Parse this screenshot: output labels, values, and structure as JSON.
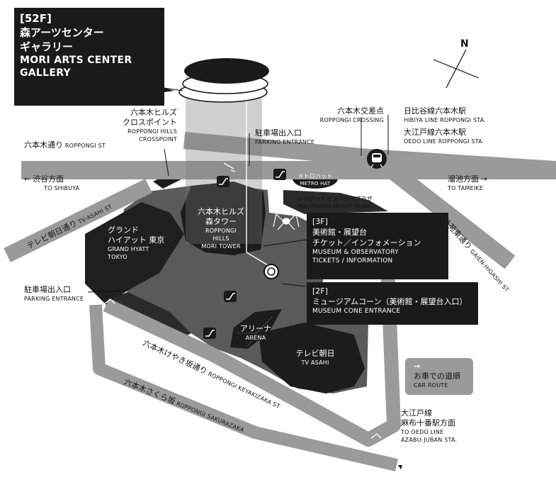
{
  "callout_52f": {
    "floor": "[52F]",
    "jp": "森アーツセンター",
    "jp2": "ギャラリー",
    "en1": "MORI ARTS CENTER",
    "en2": "GALLERY"
  },
  "callout_3f": {
    "floor": "[3F]",
    "jp1": "美術館・展望台",
    "jp2": "チケット／インフォメーション",
    "en1": "MUSEUM & OBSERVATORY",
    "en2": "TICKETS / INFORMATION"
  },
  "callout_2f": {
    "floor": "[2F]",
    "jp": "ミュージアムコーン（美術館・展望台入口）",
    "en": "MUSEUM CONE ENTRANCE"
  },
  "crosspoint": {
    "jp1": "六本木ヒルズ",
    "jp2": "クロスポイント",
    "en1": "ROPPONGI HILLS",
    "en2": "CROSSPOINT"
  },
  "parking_top": {
    "jp": "駐車場出入口",
    "en": "PARKING ENTRANCE"
  },
  "parking_left": {
    "jp": "駐車場出入口",
    "en": "PARKING ENTRANCE"
  },
  "crossing": {
    "jp": "六本木交差点",
    "en": "ROPPONGI CROSSING"
  },
  "hibiya": {
    "jp": "日比谷線六本木駅",
    "en": "HIBIYA LINE ROPPONGI STA."
  },
  "oedo_top": {
    "jp": "大江戸線六本木駅",
    "en": "OEDO LINE ROPPONGI STA."
  },
  "roppongi_st": {
    "jp": "六本木通り",
    "en": "ROPPONGI ST"
  },
  "shibuya": {
    "arrow": "←",
    "jp": "渋谷方面",
    "en": "TO SHIBUYA"
  },
  "tameike": {
    "arrow": "→",
    "jp": "溜池方面",
    "en": "TO TAMEIKE"
  },
  "gaien": {
    "jp": "外苑東通り",
    "en": "GAIEN-HIGASHI ST"
  },
  "tv_asahi_st": {
    "jp": "テレビ朝日通り",
    "en": "TV-ASAHI ST"
  },
  "metro_hat": {
    "jp": "メトロハット",
    "en": "METRO HAT"
  },
  "hollywood": {
    "jp": "ハリウッドビューティプラザ",
    "en": "HOLLYWOOD BEAUTY PLAZA"
  },
  "mori_tower": {
    "jp1": "六本木ヒルズ",
    "jp2": "森タワー",
    "en1": "ROPPONGI",
    "en2": "HILLS",
    "en3": "MORI TOWER"
  },
  "grand_hyatt": {
    "jp1": "グランド",
    "jp2": "ハイアット 東京",
    "en1": "GRAND HYATT",
    "en2": "TOKYO"
  },
  "arena": {
    "jp": "アリーナ",
    "en": "ARENA"
  },
  "tv_asahi": {
    "jp": "テレビ朝日",
    "en": "TV ASAHI"
  },
  "keyakizaka": {
    "jp": "六本木けやき坂通り",
    "en": "ROPPONGI KEYAKIZAKA ST"
  },
  "sakurazaka": {
    "jp": "六本木さくら坂",
    "en": "ROPPONGI SAKURAZAKA"
  },
  "car_route": {
    "arrow": "→",
    "jp": "お車での道順",
    "en": "CAR ROUTE"
  },
  "oedo_bottom": {
    "jp1": "大江戸線",
    "jp2": "麻布十番駅方面",
    "en1": "TO OEDO LINE",
    "en2": "AZABU-JUBAN STA."
  },
  "compass": {
    "label": "N"
  },
  "icons": {
    "station": "subway-train-icon",
    "escalator": "escalator-icon",
    "spider": "maman-spider-sculpture-icon"
  }
}
